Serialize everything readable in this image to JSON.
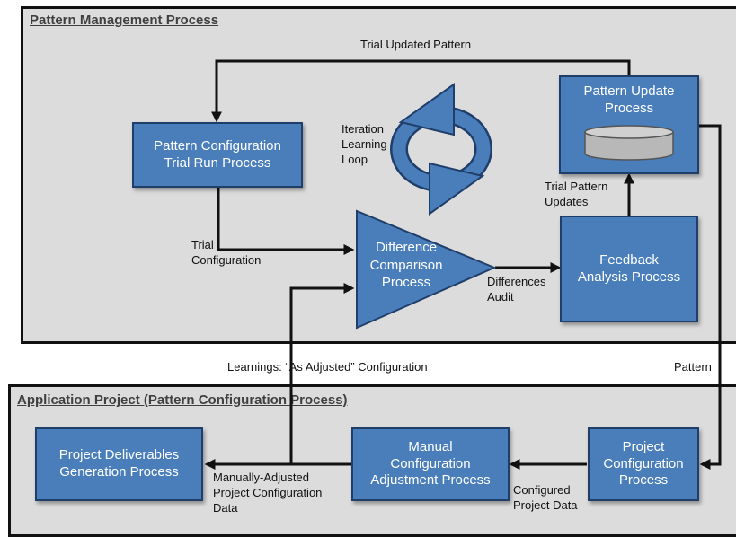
{
  "colors": {
    "box_fill": "#4a7ebb",
    "box_border": "#1f3f6a",
    "panel_fill": "#dcdcdc"
  },
  "top_panel": {
    "title": "Pattern Management Process",
    "pattern_config_box": {
      "line1": "Pattern Configuration",
      "line2": "Trial Run Process"
    },
    "pattern_update_box": {
      "line1": "Pattern Update",
      "line2": "Process"
    },
    "difference_triangle": {
      "line1": "Difference",
      "line2": "Comparison",
      "line3": "Process"
    },
    "feedback_box": {
      "line1": "Feedback",
      "line2": "Analysis Process"
    },
    "iteration_label": {
      "line1": "Iteration",
      "line2": "Learning",
      "line3": "Loop"
    },
    "trial_updated_pattern": "Trial Updated Pattern",
    "trial_pattern_updates": {
      "line1": "Trial Pattern",
      "line2": "Updates"
    },
    "trial_configuration": {
      "line1": "Trial",
      "line2": "Configuration"
    },
    "differences_audit": {
      "line1": "Differences",
      "line2": "Audit"
    }
  },
  "between": {
    "learnings": "Learnings:  “As Adjusted” Configuration",
    "pattern": "Pattern"
  },
  "bottom_panel": {
    "title": "Application Project (Pattern Configuration Process)",
    "deliverables_box": {
      "line1": "Project Deliverables",
      "line2": "Generation Process"
    },
    "manual_box": {
      "line1": "Manual",
      "line2": "Configuration",
      "line3": "Adjustment Process"
    },
    "project_config_box": {
      "line1": "Project",
      "line2": "Configuration",
      "line3": "Process"
    },
    "manually_adjusted": {
      "line1": "Manually-Adjusted",
      "line2": "Project Configuration",
      "line3": "Data"
    },
    "configured_project_data": {
      "line1": "Configured",
      "line2": "Project Data"
    }
  }
}
